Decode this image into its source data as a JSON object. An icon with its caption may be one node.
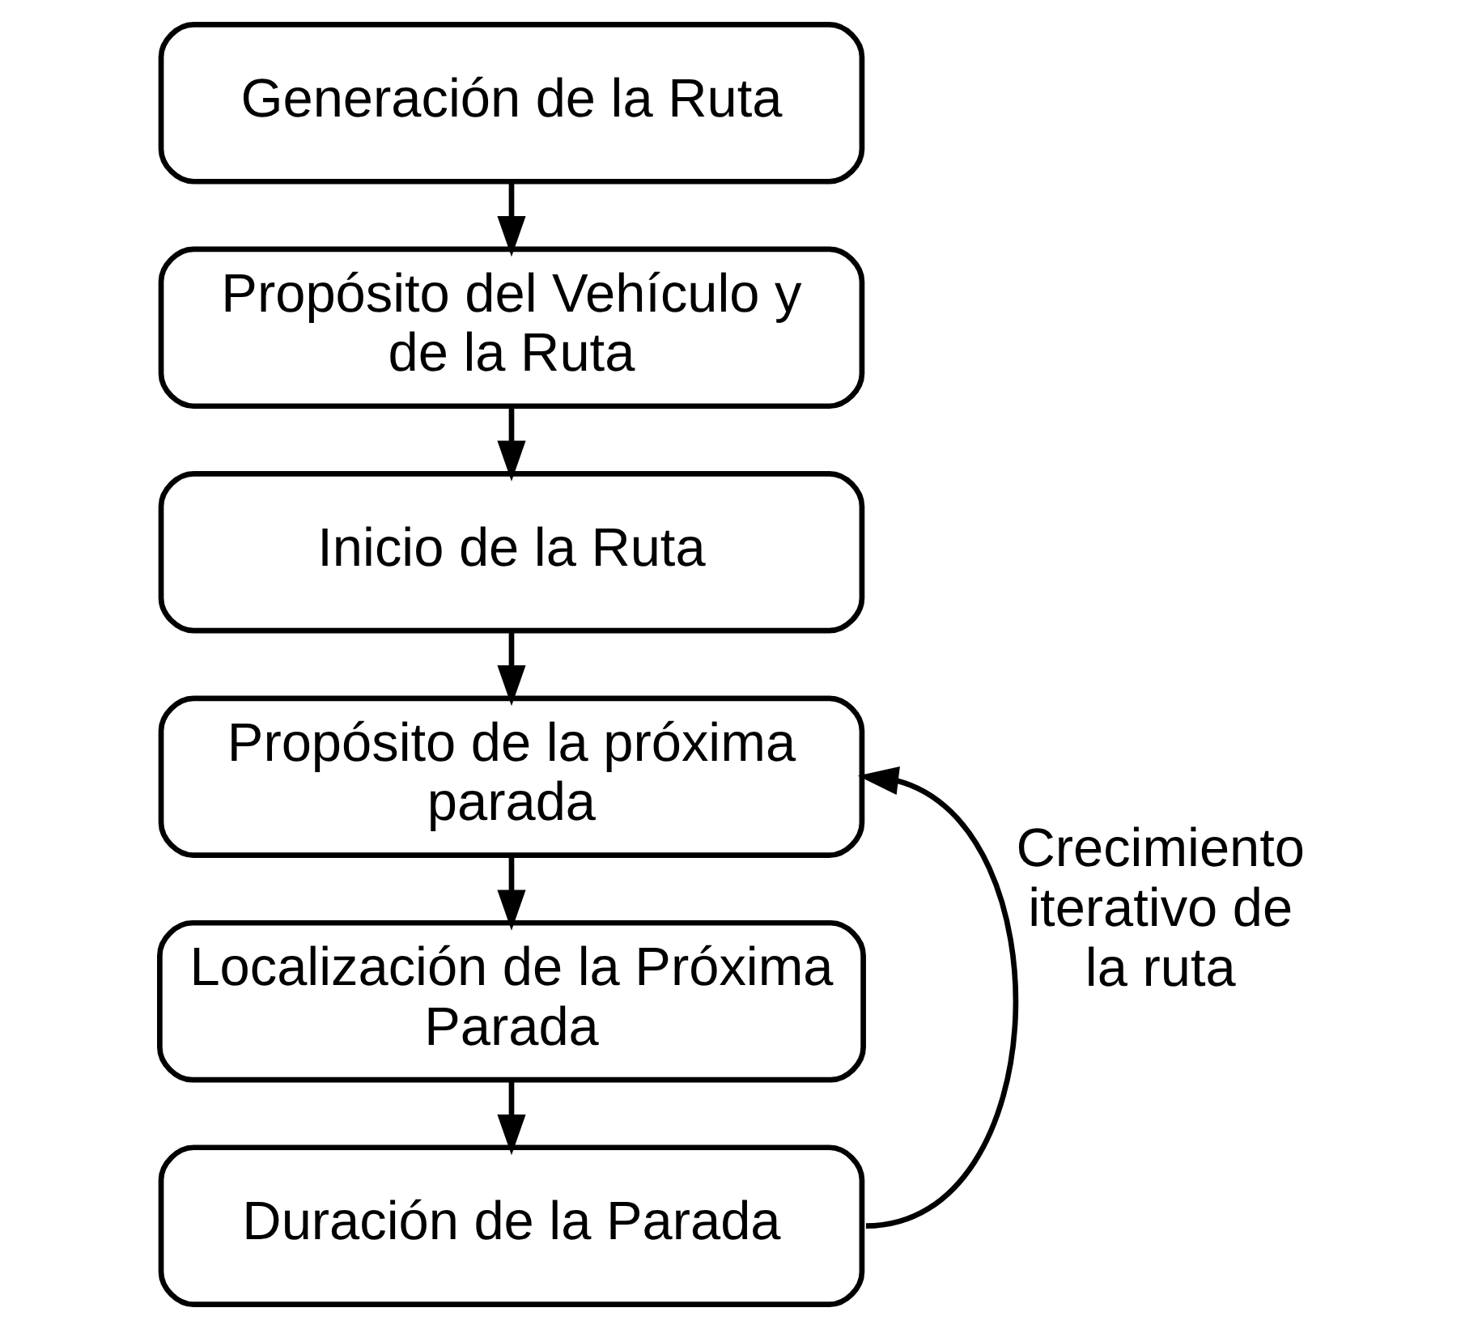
{
  "diagram": {
    "nodes": [
      {
        "text": [
          "Generación de la Ruta"
        ]
      },
      {
        "text": [
          "Propósito del Vehículo y de la Ruta"
        ]
      },
      {
        "text": [
          "Inicio de la Ruta"
        ]
      },
      {
        "text": [
          "Propósito de la próxima parada"
        ]
      },
      {
        "text": [
          "Localización de la Próxima Parada"
        ]
      },
      {
        "text": [
          "Duración de la Parada"
        ]
      }
    ],
    "edges": [
      {
        "from": 0,
        "to": 1,
        "arrow": "to"
      },
      {
        "from": 1,
        "to": 2,
        "arrow": "to"
      },
      {
        "from": 2,
        "to": 3,
        "arrow": "to"
      },
      {
        "from": 3,
        "to": 4,
        "arrow": "to"
      },
      {
        "from": 4,
        "to": 5,
        "arrow": "to"
      },
      {
        "from": 5,
        "to": 3,
        "arrow": "to",
        "label": "Crecimiento iterativo de la ruta"
      }
    ]
  }
}
